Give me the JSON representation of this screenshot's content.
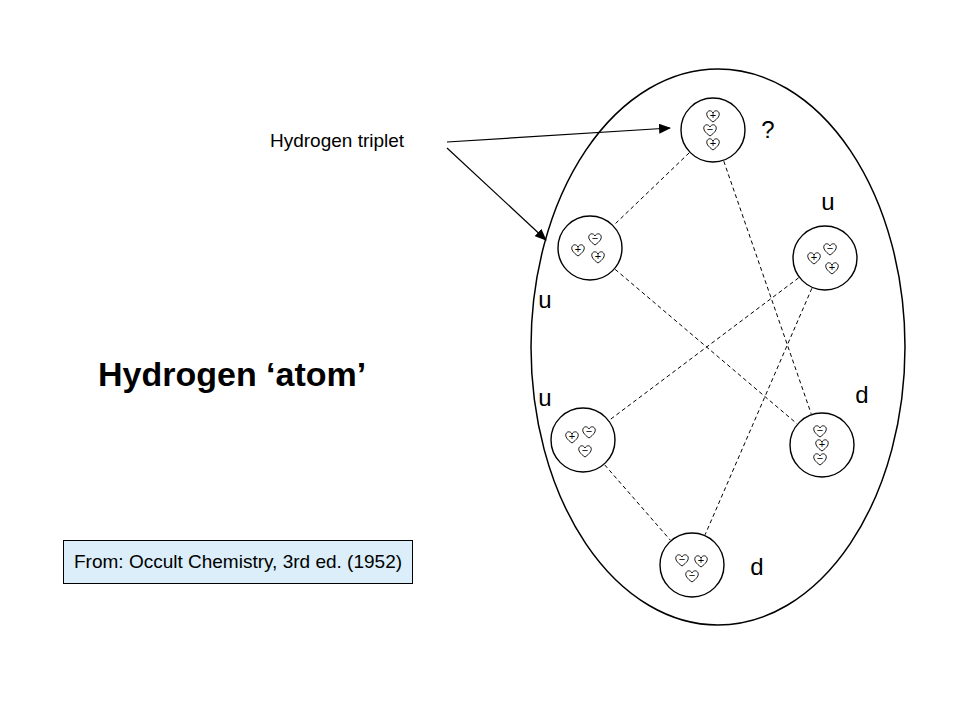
{
  "diagram": {
    "title": "Hydrogen ‘atom’",
    "caption": "From: Occult Chemistry, 3rd ed. (1952)",
    "nodes": [
      {
        "text": []
      },
      {
        "text": [
          "?",
          "+",
          "−",
          "+"
        ],
        "in": 0
      },
      {
        "text": [
          "u",
          "+",
          "−",
          "+"
        ],
        "in": 0
      },
      {
        "text": [
          "u",
          "+",
          "−",
          "+"
        ],
        "in": 0
      },
      {
        "text": [
          "u",
          "+",
          "−",
          "−"
        ],
        "in": 0
      },
      {
        "text": [
          "d",
          "−",
          "+",
          "−"
        ],
        "in": 0
      },
      {
        "text": [
          "d",
          "−",
          "+",
          "−"
        ],
        "in": 0
      }
    ],
    "edges": [
      {
        "from": 1,
        "to": 2,
        "arrow": "none"
      },
      {
        "from": 1,
        "to": 5,
        "arrow": "none"
      },
      {
        "from": 2,
        "to": 5,
        "arrow": "none"
      },
      {
        "from": 3,
        "to": 4,
        "arrow": "none"
      },
      {
        "from": 3,
        "to": 6,
        "arrow": "none"
      },
      {
        "from": 4,
        "to": 6,
        "arrow": "none"
      }
    ],
    "labels": [
      "Hydrogen triplet"
    ]
  }
}
